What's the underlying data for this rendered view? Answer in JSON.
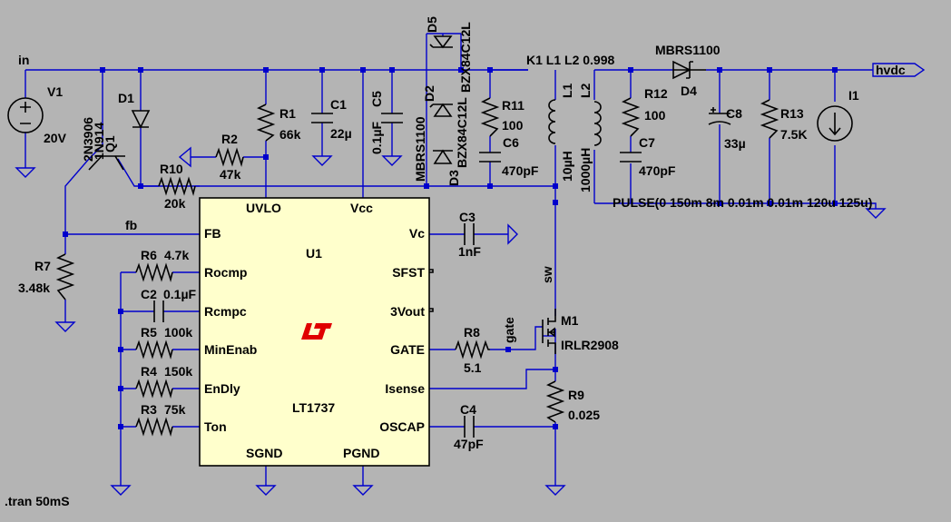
{
  "background": "#b4b4b4",
  "wire_color": "#0000cc",
  "chip_fill": "#ffffcc",
  "logo_color": "#e00000",
  "nets": {
    "in": "in",
    "fb": "fb",
    "sw": "sw",
    "gate": "gate",
    "hvdc": "hvdc"
  },
  "coupling": "K1 L1 L2 0.998",
  "directive": ".tran 50mS",
  "pulse": "PULSE(0 150m 8m 0.01m 0.01m 120u 125u)",
  "components": {
    "V1": {
      "ref": "V1",
      "value": "20V"
    },
    "Q1": {
      "ref": "Q1",
      "value": "2N3906"
    },
    "D1": {
      "ref": "D1",
      "value": "1N914"
    },
    "R1": {
      "ref": "R1",
      "value": "66k"
    },
    "R2": {
      "ref": "R2",
      "value": "47k"
    },
    "R10": {
      "ref": "R10",
      "value": "20k"
    },
    "C1": {
      "ref": "C1",
      "value": "22µ"
    },
    "C5": {
      "ref": "C5",
      "value": "0.1µF"
    },
    "D5": {
      "ref": "D5",
      "value": "BZX84C12L"
    },
    "D2": {
      "ref": "D2",
      "value": "BZX84C12L"
    },
    "D3": {
      "ref": "D3",
      "value": "MBRS1100"
    },
    "R11": {
      "ref": "R11",
      "value": "100"
    },
    "C6": {
      "ref": "C6",
      "value": "470pF"
    },
    "L1": {
      "ref": "L1",
      "value": "10µH"
    },
    "L2": {
      "ref": "L2",
      "value": "1000µH"
    },
    "R12": {
      "ref": "R12",
      "value": "100"
    },
    "C7": {
      "ref": "C7",
      "value": "470pF"
    },
    "D4": {
      "ref": "D4",
      "value": "MBRS1100"
    },
    "C8": {
      "ref": "C8",
      "value": "33µ"
    },
    "R13": {
      "ref": "R13",
      "value": "7.5K"
    },
    "I1": {
      "ref": "I1"
    },
    "R7": {
      "ref": "R7",
      "value": "3.48k"
    },
    "R6": {
      "ref": "R6",
      "value": "4.7k"
    },
    "C2": {
      "ref": "C2",
      "value": "0.1µF"
    },
    "R5": {
      "ref": "R5",
      "value": "100k"
    },
    "R4": {
      "ref": "R4",
      "value": "150k"
    },
    "R3": {
      "ref": "R3",
      "value": "75k"
    },
    "C3": {
      "ref": "C3",
      "value": "1nF"
    },
    "R8": {
      "ref": "R8",
      "value": "5.1"
    },
    "M1": {
      "ref": "M1",
      "value": "IRLR2908"
    },
    "R9": {
      "ref": "R9",
      "value": "0.025"
    },
    "C4": {
      "ref": "C4",
      "value": "47pF"
    }
  },
  "ic": {
    "ref": "U1",
    "part": "LT1737",
    "pins_top": [
      "UVLO",
      "Vcc"
    ],
    "pins_left": [
      "FB",
      "Rocmp",
      "Rcmpc",
      "MinEnab",
      "EnDly",
      "Ton"
    ],
    "pins_right": [
      "Vc",
      "SFST",
      "3Vout",
      "GATE",
      "Isense",
      "OSCAP"
    ],
    "pins_bottom": [
      "SGND",
      "PGND"
    ]
  }
}
